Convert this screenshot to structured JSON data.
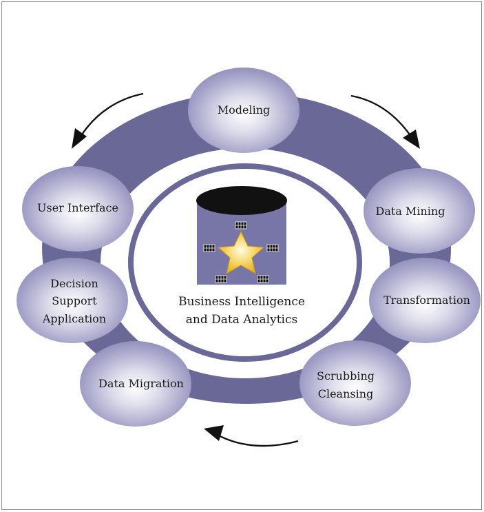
{
  "diagram": {
    "center": {
      "line1": "Business Intelligence",
      "line2": "and Data Analytics"
    },
    "nodes": {
      "modeling": [
        "Modeling"
      ],
      "data_mining": [
        "Data Mining"
      ],
      "transformation": [
        "Transformation"
      ],
      "scrubbing": [
        "Scrubbing",
        "Cleansing"
      ],
      "data_migration": [
        "Data Migration"
      ],
      "decision_support": [
        "Decision",
        "Support",
        "Application"
      ],
      "user_interface": [
        "User Interface"
      ]
    },
    "colors": {
      "ring": "#6a6896",
      "bubble": "#9896bf",
      "bubble_highlight": "#ffffff",
      "cylinder_body": "#7776a6",
      "cylinder_top": "#111111",
      "star": "#f2c94c",
      "arrow": "#111111"
    },
    "icons": [
      "star-icon",
      "database-cylinder-icon",
      "grid-icon"
    ]
  }
}
